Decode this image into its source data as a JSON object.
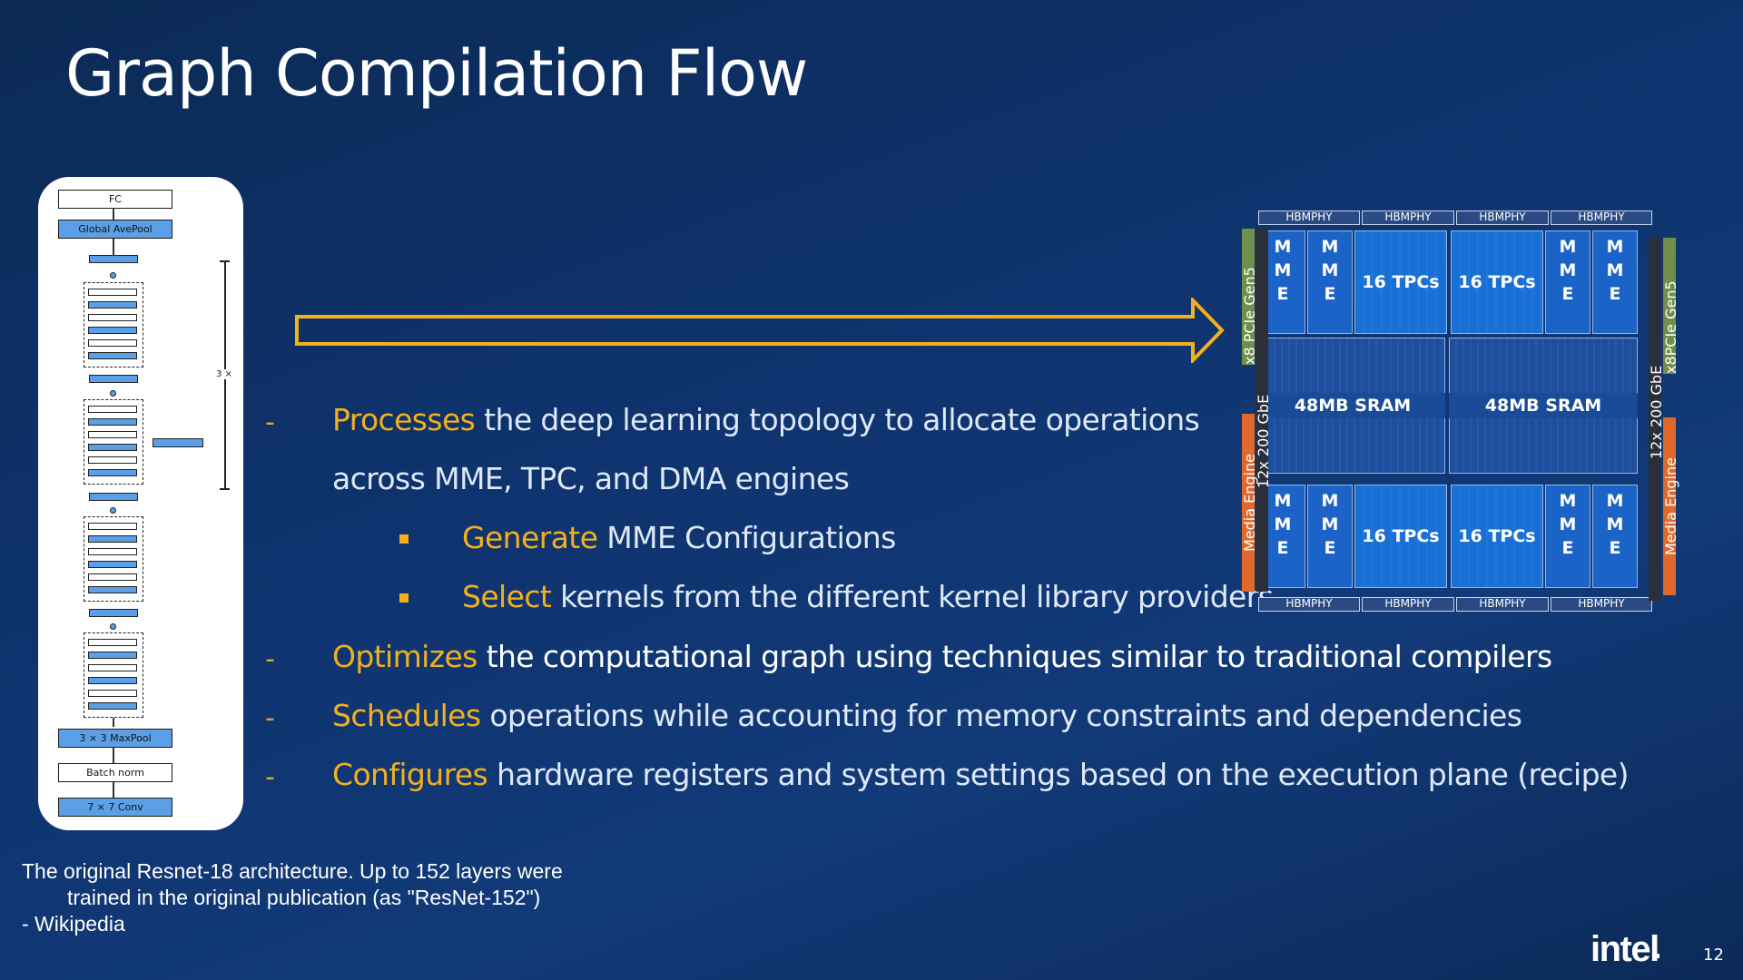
{
  "slide": {
    "title": "Graph Compilation Flow",
    "page_number": "12",
    "logo_text": "intel"
  },
  "resnet": {
    "labels": {
      "fc": "FC",
      "avgpool": "Global AvePool",
      "maxpool": "3 × 3 MaxPool",
      "batchnorm": "Batch norm",
      "conv": "7 × 7 Conv"
    },
    "repeat_label": "3 ×",
    "caption_line1": "The original Resnet-18 architecture. Up to 152 layers were",
    "caption_line2": "trained in the original publication (as \"ResNet-152\")",
    "caption_line3": "- Wikipedia"
  },
  "bullets": {
    "b1": {
      "dash": "-",
      "keyword": "Processes",
      "text": " the deep learning topology to allocate operations",
      "cont": "across MME, TPC, and DMA engines"
    },
    "sub1": {
      "keyword": "Generate",
      "text": " MME Configurations"
    },
    "sub2": {
      "keyword": "Select",
      "text": " kernels from the different kernel library providers"
    },
    "b2": {
      "dash": "-",
      "keyword": "Optimizes",
      "text": " the computational graph using techniques similar to traditional compilers"
    },
    "b3": {
      "dash": "-",
      "keyword": "Schedules",
      "text": " operations while accounting for memory constraints and dependencies"
    },
    "b4": {
      "dash": "-",
      "keyword": "Configures",
      "text": " hardware registers and system settings based on the execution plane (recipe)"
    }
  },
  "chip": {
    "hbm": [
      "HBMPHY",
      "HBMPHY",
      "HBMPHY",
      "HBMPHY"
    ],
    "mme_letters": [
      "M",
      "M",
      "E"
    ],
    "tpc_label": "16 TPCs",
    "sram_label": "48MB SRAM",
    "left_pcie": "x8 PCIe Gen5",
    "left_gbe": "12x 200 GbE",
    "left_media": "Media Engine",
    "right_pcie": "x8PCIe Gen5",
    "right_gbe": "12x 200 GbE",
    "right_media": "Media Engine"
  },
  "colors": {
    "keyword": "#f2b01d",
    "arrow": "#f2b01d",
    "background": "#0f3470",
    "pcie_bar": "#6f8f4a",
    "media_bar": "#e0682b"
  }
}
